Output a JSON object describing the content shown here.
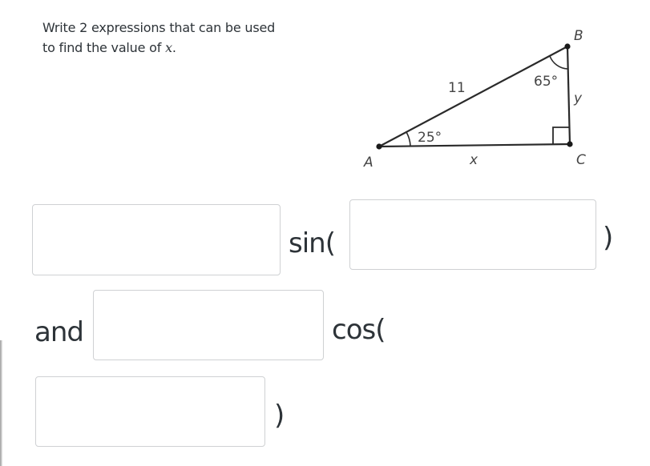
{
  "prompt": {
    "text_before": "Write 2 expressions that can be used to find the value of ",
    "variable": "x",
    "text_after": "."
  },
  "figure": {
    "type": "right-triangle",
    "vertices": {
      "A": "A",
      "B": "B",
      "C": "C"
    },
    "hypotenuse_label": "11",
    "angle_A": "25°",
    "angle_B": "65°",
    "side_AC_label": "x",
    "side_BC_label": "y",
    "right_angle_at": "C",
    "line_color": "#2a2a2a"
  },
  "expression_1": {
    "coefficient_input": {
      "value": "",
      "placeholder": ""
    },
    "function_label": "sin(",
    "argument_input": {
      "value": "",
      "placeholder": ""
    },
    "close_paren": ")"
  },
  "expression_2": {
    "connector": "and",
    "coefficient_input": {
      "value": "",
      "placeholder": ""
    },
    "function_label": "cos(",
    "argument_input": {
      "value": "",
      "placeholder": ""
    },
    "close_paren": ")"
  }
}
